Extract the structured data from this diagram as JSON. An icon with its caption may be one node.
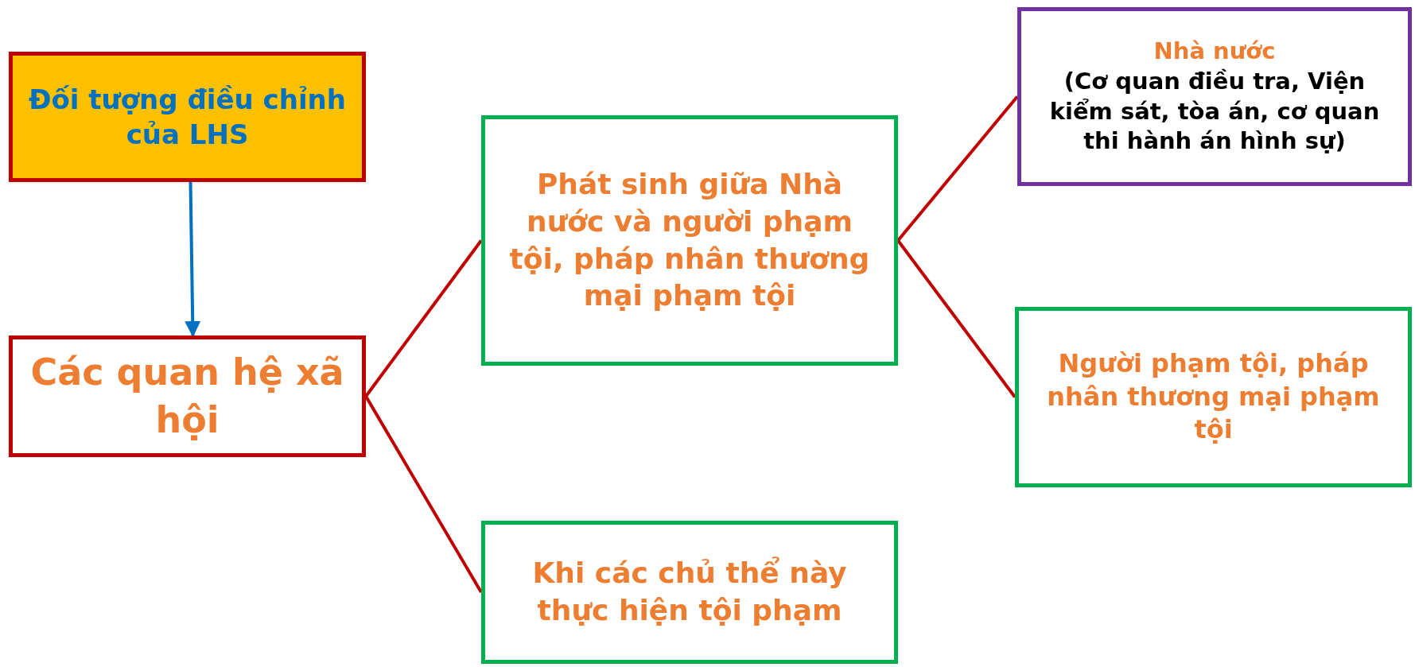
{
  "diagram": {
    "nodes": [
      {
        "text": [
          "Đối tượng điều chỉnh của LHS"
        ]
      },
      {
        "text": [
          "Các quan hệ xã hội"
        ]
      },
      {
        "text": [
          "Phát sinh giữa Nhà nước và người phạm tội, pháp nhân thương mại phạm tội"
        ]
      },
      {
        "text": [
          "Khi các chủ thể này thực hiện tội phạm"
        ]
      },
      {
        "text": [
          "Nhà nước",
          "(Cơ quan điều tra, Viện kiểm sát, tòa án, cơ quan thi hành án hình sự)"
        ]
      },
      {
        "text": [
          "Người phạm tội, pháp nhân thương mại phạm tội"
        ]
      }
    ],
    "edges": [
      {
        "from": 0,
        "to": 1,
        "arrow": "to",
        "color": "#0070c0"
      },
      {
        "from": 1,
        "to": 2,
        "arrow": "none"
      },
      {
        "from": 1,
        "to": 3,
        "arrow": "none"
      },
      {
        "from": 2,
        "to": 4,
        "arrow": "none"
      },
      {
        "from": 2,
        "to": 5,
        "arrow": "none"
      }
    ]
  }
}
